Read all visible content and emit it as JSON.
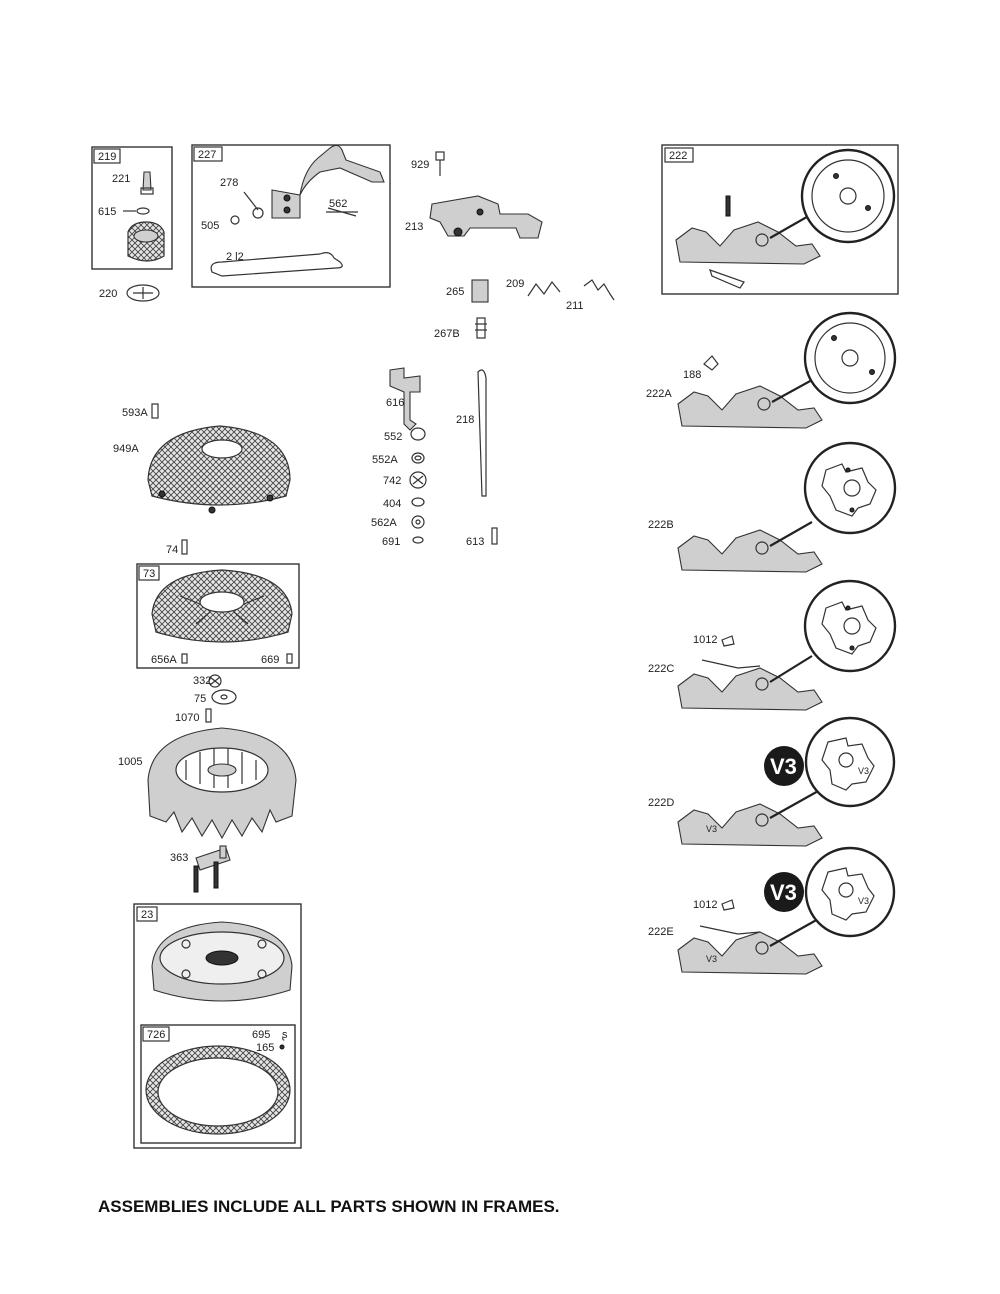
{
  "footer": "ASSEMBLIES INCLUDE ALL PARTS SHOWN IN FRAMES.",
  "frames": {
    "f219": "219",
    "f227": "227",
    "f222": "222",
    "f73": "73",
    "f23": "23",
    "f726": "726"
  },
  "parts": {
    "p221": "221",
    "p615": "615",
    "p220": "220",
    "p278": "278",
    "p505": "505",
    "p562": "562",
    "p212": "2 l2",
    "p929": "929",
    "p213": "213",
    "p265": "265",
    "p209": "209",
    "p211": "211",
    "p267b": "267B",
    "p616": "616",
    "p552": "552",
    "p552a": "552A",
    "p742": "742",
    "p404": "404",
    "p562a": "562A",
    "p691": "691",
    "p218": "218",
    "p613": "613",
    "p593a": "593A",
    "p949a": "949A",
    "p74": "74",
    "p656a": "656A",
    "p669": "669",
    "p332": "332",
    "p75": "75",
    "p1070": "1070",
    "p1005": "1005",
    "p363": "363",
    "p695": "695",
    "p165": "165",
    "p188": "188",
    "p222a": "222A",
    "p222b": "222B",
    "p1012c": "1012",
    "p222c": "222C",
    "p222d": "222D",
    "p1012e": "1012",
    "p222e": "222E"
  },
  "badges": {
    "v3_badge_d": "V3",
    "v3_small_d1": "V3",
    "v3_small_d2": "V3",
    "v3_badge_e": "V3",
    "v3_small_e1": "V3",
    "v3_small_e2": "V3"
  }
}
